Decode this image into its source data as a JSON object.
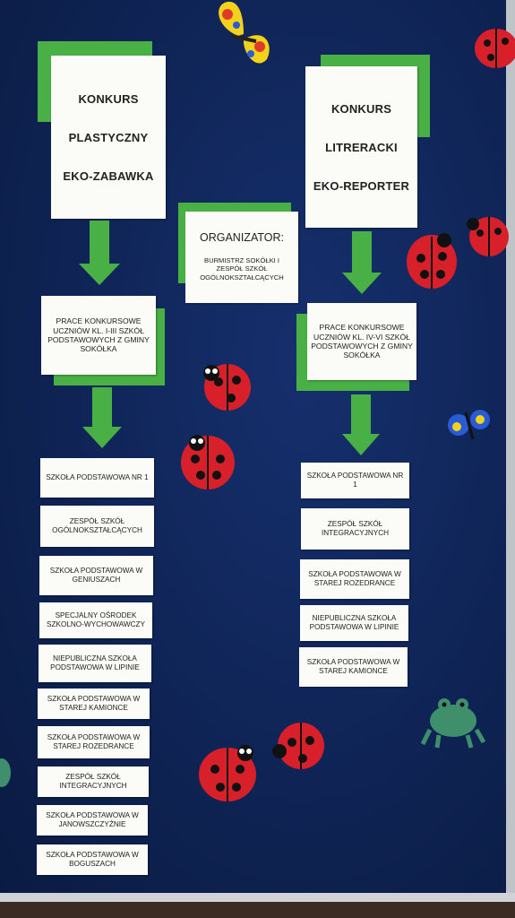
{
  "left_column": {
    "title_lines": [
      "KONKURS",
      "PLASTYCZNY",
      "EKO-ZABAWKA"
    ],
    "works_text": "PRACE KONKURSOWE UCZNIÓW KL. I-III SZKÓŁ PODSTAWOWYCH Z GMINY SOKÓŁKA",
    "schools": [
      "SZKOŁA PODSTAWOWA NR 1",
      "ZESPÓŁ SZKÓŁ OGÓLNOKSZTAŁCĄCYCH",
      "SZKOŁA PODSTAWOWA W GENIUSZACH",
      "SPECJALNY OŚRODEK SZKOLNO-WYCHOWAWCZY",
      "NIEPUBLICZNA SZKOŁA PODSTAWOWA W LIPINIE",
      "SZKOŁA PODSTAWOWA W STAREJ KAMIONCE",
      "SZKOŁA PODSTAWOWA W STAREJ ROZEDRANCE",
      "ZESPÓŁ SZKÓŁ INTEGRACYJNYCH",
      "SZKOŁA PODSTAWOWA W JANOWSZCZYŹNIE",
      "SZKOŁA PODSTAWOWA W BOGUSZACH"
    ]
  },
  "organizer": {
    "heading": "ORGANIZATOR:",
    "text": "BURMISTRZ SOKÓŁKI I ZESPÓŁ SZKÓŁ OGÓLNOKSZTAŁCĄCYCH"
  },
  "right_column": {
    "title_lines": [
      "KONKURS",
      "LITRERACKI",
      "EKO-REPORTER"
    ],
    "works_text": "PRACE KONKURSOWE UCZNIÓW KL. IV-VI SZKÓŁ PODSTAWOWYCH Z GMINY SOKÓŁKA",
    "schools": [
      "SZKOŁA PODSTAWOWA NR 1",
      "ZESPÓŁ SZKÓŁ INTEGRACYJNYCH",
      "SZKOŁA PODSTAWOWA W STAREJ ROZEDRANCE",
      "NIEPUBLICZNA SZKOŁA PODSTAWOWA W LIPINIE",
      "SZKOŁA PODSTAWOWA W STAREJ KAMIONCE"
    ]
  },
  "decorations": [
    "butterfly-icon",
    "ladybug-icon",
    "frog-icon"
  ],
  "colors": {
    "board": "#0f2455",
    "green": "#49b045",
    "paper": "#fbfbf7",
    "ladybug": "#d8202a"
  }
}
